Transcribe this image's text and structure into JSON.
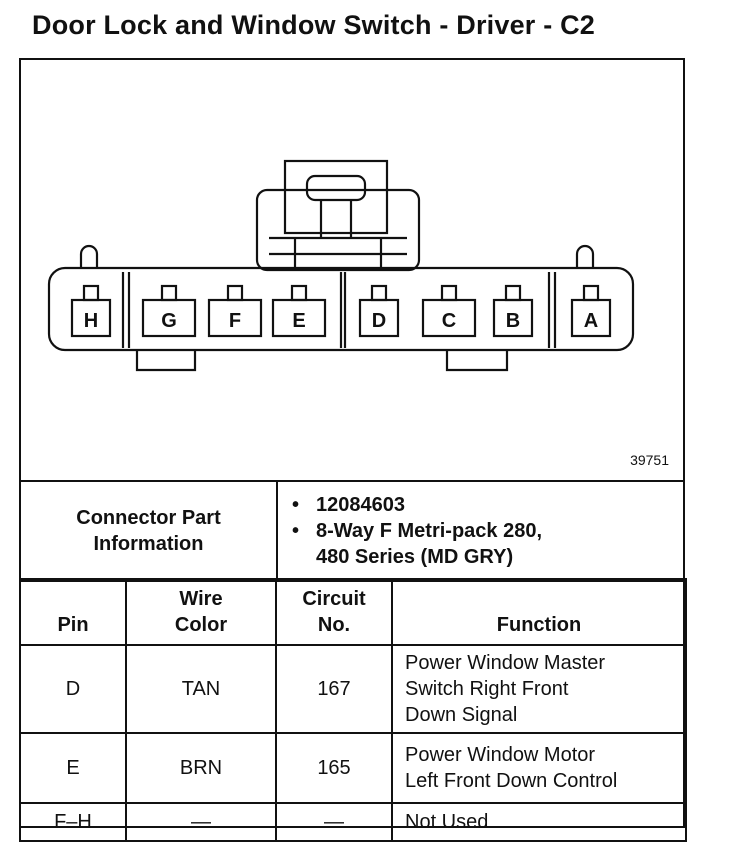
{
  "title": "Door Lock and Window Switch - Driver - C2",
  "diagram": {
    "code": "39751",
    "pins": [
      "H",
      "G",
      "F",
      "E",
      "D",
      "C",
      "B",
      "A"
    ]
  },
  "connector_info": {
    "label_line1": "Connector Part",
    "label_line2": "Information",
    "part_number": "12084603",
    "description_line1": "8-Way F Metri-pack 280,",
    "description_line2": "480 Series (MD GRY)",
    "bullet": "•"
  },
  "table": {
    "headers": {
      "pin": "Pin",
      "wire_color_1": "Wire",
      "wire_color_2": "Color",
      "circuit_1": "Circuit",
      "circuit_2": "No.",
      "function": "Function"
    },
    "rows": [
      {
        "pin": "D",
        "wire_color": "TAN",
        "circuit": "167",
        "function_lines": [
          "Power Window Master",
          "Switch Right Front",
          "Down Signal"
        ]
      },
      {
        "pin": "E",
        "wire_color": "BRN",
        "circuit": "165",
        "function_lines": [
          "Power Window Motor",
          "Left Front Down Control"
        ]
      },
      {
        "pin": "F–H",
        "wire_color": "—",
        "circuit": "—",
        "function_lines": [
          "Not Used"
        ]
      }
    ]
  }
}
